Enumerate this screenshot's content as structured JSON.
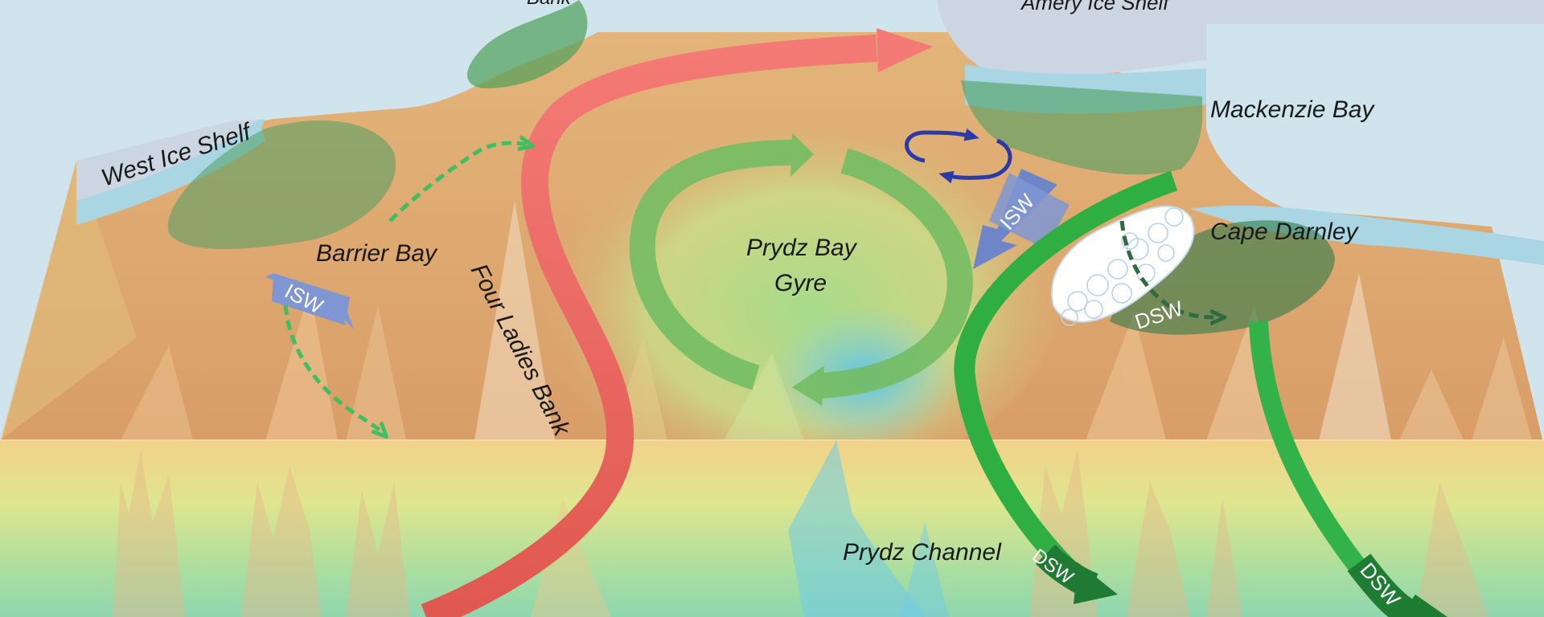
{
  "colors": {
    "ocean_surface": "#cfe4ec",
    "ice_shelf": "#c8d5e2",
    "ice_shelf_edge": "#a9d6e2",
    "shelf_brown": "#d9a26e",
    "shelf_mid": "#e3c07a",
    "deep_green": "#b8e08a",
    "channel_blue": "#59c6ee",
    "warm_current": "#f26b6b",
    "gyre_green": "#74bd63",
    "dsw_green": "#1f9a3a",
    "dsw_dark": "#17692b",
    "isw_blue": "#6e86c8",
    "dashed_green": "#3fbf62",
    "recirc_navy": "#2a3aa8",
    "polynya_ice": "#ffffff"
  },
  "icons": {
    "warm_inflow": "red-arrow-icon",
    "gyre": "green-circular-arrow-icon",
    "isw_outflow": "blue-arrow-icon",
    "dsw_outflow": "dark-green-arrow-icon",
    "recirculation": "navy-circular-arrow-icon",
    "pathway": "dashed-arrow-icon"
  },
  "labels": {
    "bank_top": "Bank",
    "amery": "Amery Ice Shelf",
    "west_ice_shelf": "West Ice Shelf",
    "mackenzie_bay": "Mackenzie Bay",
    "barrier_bay": "Barrier Bay",
    "four_ladies_bank": "Four Ladies Bank",
    "prydz_gyre_line1": "Prydz Bay",
    "prydz_gyre_line2": "Gyre",
    "cape_darnley": "Cape Darnley",
    "prydz_channel": "Prydz Channel",
    "isw_west": "ISW",
    "isw_east": "ISW",
    "dsw_polynya": "DSW",
    "dsw_channel": "DSW",
    "dsw_cape": "DSW"
  }
}
